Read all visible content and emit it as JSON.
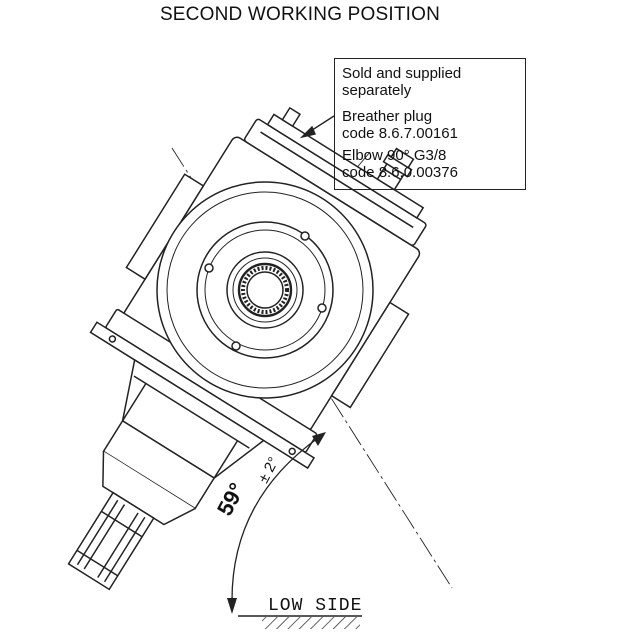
{
  "title": "SECOND WORKING POSITION",
  "note": {
    "header": "Sold and supplied separately",
    "items": [
      {
        "name": "Breather plug",
        "code": "code 8.6.7.00161"
      },
      {
        "name": "Elbow 90° G3/8",
        "code": "code 8.6.0.00376"
      }
    ]
  },
  "angle": {
    "value": "59°",
    "tolerance": "± 2°"
  },
  "ground_label": "LOW SIDE"
}
